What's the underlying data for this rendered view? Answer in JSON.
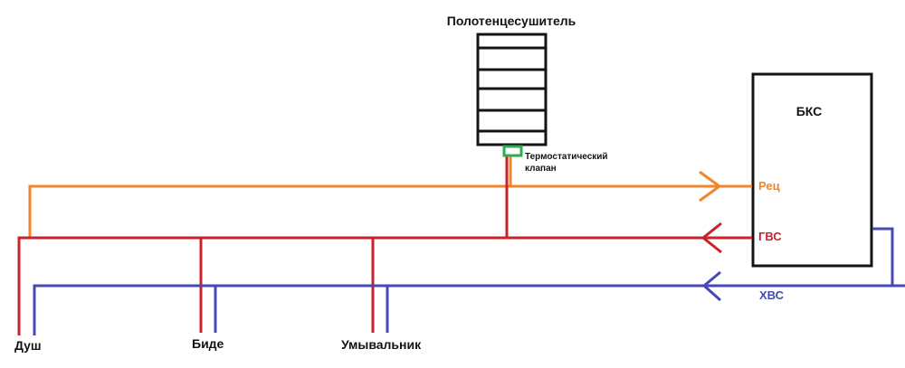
{
  "diagram": {
    "title": "Полотенцесушитель",
    "valve": {
      "label_line1": "Термостатический",
      "label_line2": "клапан",
      "color": "#2BAE4F"
    },
    "unit": {
      "label": "БКС"
    },
    "pipes": {
      "recirculation": {
        "label": "Рец",
        "color": "#F0862B"
      },
      "hot_water": {
        "label": "ГВС",
        "color": "#C8232B"
      },
      "cold_water": {
        "label": "ХВС",
        "color": "#4649B4"
      }
    },
    "fixtures": [
      {
        "label": "Душ"
      },
      {
        "label": "Биде"
      },
      {
        "label": "Умывальник"
      }
    ],
    "outline_color": "#141414"
  }
}
